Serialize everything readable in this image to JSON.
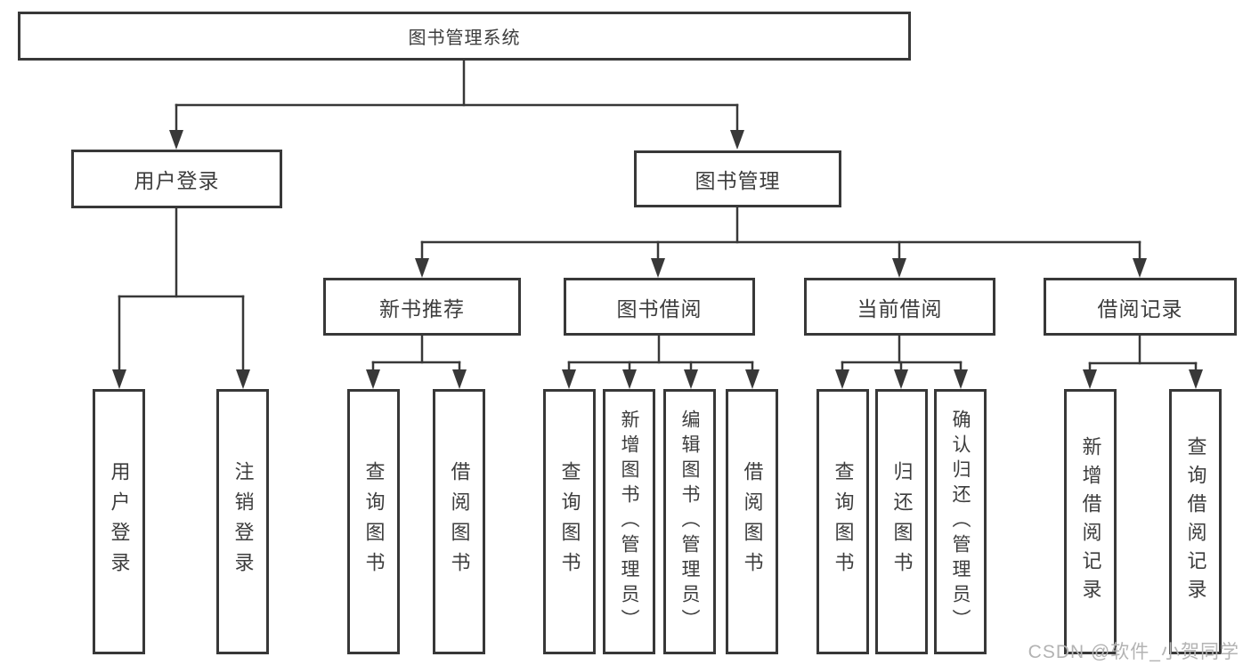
{
  "diagram_title": "图书管理系统",
  "tree": {
    "root": {
      "label": "图书管理系统"
    },
    "user_login": {
      "label": "用户登录",
      "children": {
        "login": "用户登录",
        "logout": "注销登录"
      }
    },
    "book_management": {
      "label": "图书管理",
      "sections": {
        "new_book_recommendation": {
          "label": "新书推荐",
          "children": {
            "query_books": "查询图书",
            "borrow_books": "借阅图书"
          }
        },
        "book_borrowing": {
          "label": "图书借阅",
          "children": {
            "query_books": "查询图书",
            "add_books_admin": "新增图书（管理员）",
            "edit_books_admin": "编辑图书（管理员）",
            "borrow_books": "借阅图书"
          }
        },
        "current_borrowing": {
          "label": "当前借阅",
          "children": {
            "query_books": "查询图书",
            "return_books": "归还图书",
            "confirm_return_admin": "确认归还（管理员）"
          }
        },
        "borrowing_records": {
          "label": "借阅记录",
          "children": {
            "add_borrow_record": "新增借阅记录",
            "query_borrow_record": "查询借阅记录"
          }
        }
      }
    }
  },
  "watermark": {
    "text": "CSDN @软件_小贺同学",
    "color": "#b3b3b3"
  },
  "colors": {
    "line": "#383838",
    "text": "#3d3d3d",
    "box_background": "#ffffff",
    "page_background": "#ffffff"
  }
}
